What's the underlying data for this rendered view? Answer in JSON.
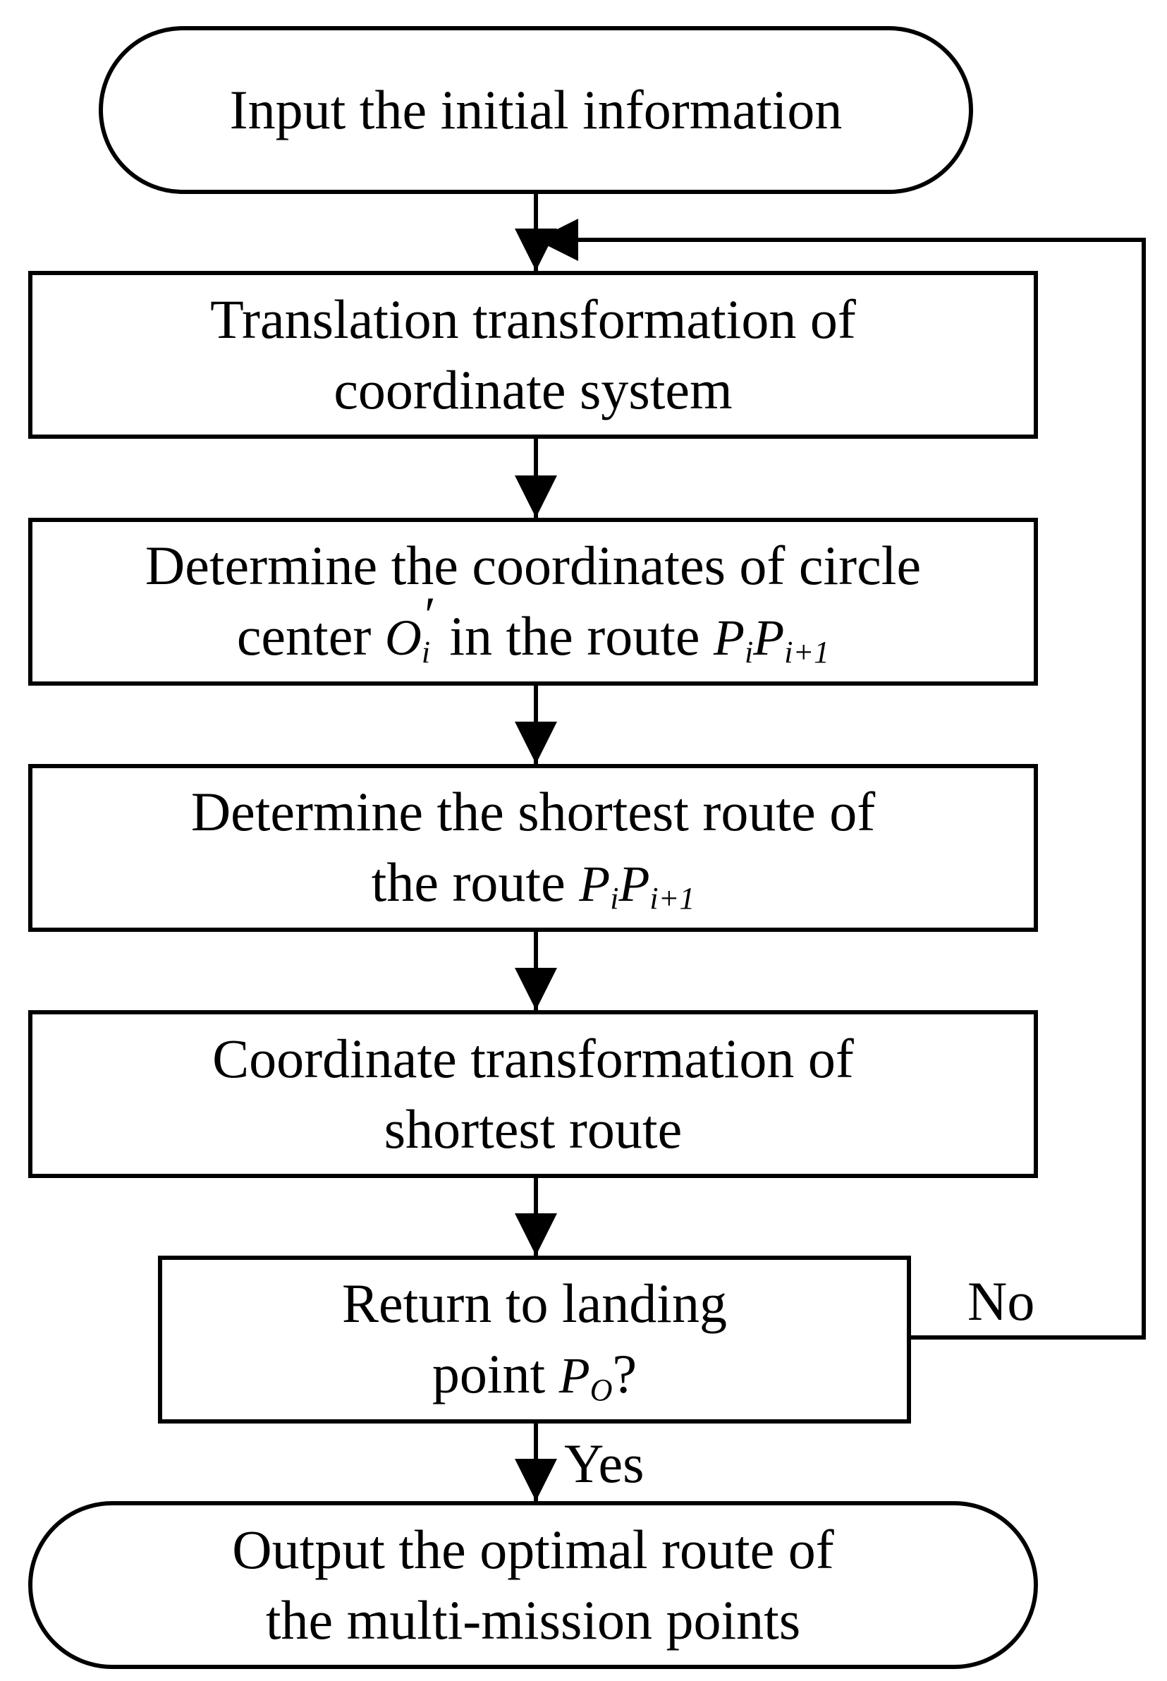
{
  "nodes": {
    "start": {
      "text": "Input the initial information"
    },
    "translate": {
      "line1": "Translation transformation of",
      "line2": "coordinate system"
    },
    "center": {
      "line1": "Determine the coordinates of circle",
      "line2_pre": "center ",
      "sym_o": "O",
      "sym_o_sub": "i",
      "sym_prime": "′",
      "line2_mid": " in the route ",
      "sym_p": "P",
      "sym_p_sub": "i",
      "sym_p2": "P",
      "sym_p2_sub": "i+1"
    },
    "shortest": {
      "line1": "Determine the shortest route of",
      "line2_pre": "the route ",
      "sym_p": "P",
      "sym_p_sub": "i",
      "sym_p2": "P",
      "sym_p2_sub": "i+1"
    },
    "coord": {
      "line1": "Coordinate transformation of",
      "line2": "shortest route"
    },
    "decision": {
      "line1": "Return to landing",
      "line2_pre": "point ",
      "sym_p": "P",
      "sym_p_sub": "O",
      "line2_post": "?"
    },
    "end": {
      "line1": "Output the optimal route of",
      "line2": "the multi-mission points"
    }
  },
  "edges": {
    "no_label": "No",
    "yes_label": "Yes"
  }
}
